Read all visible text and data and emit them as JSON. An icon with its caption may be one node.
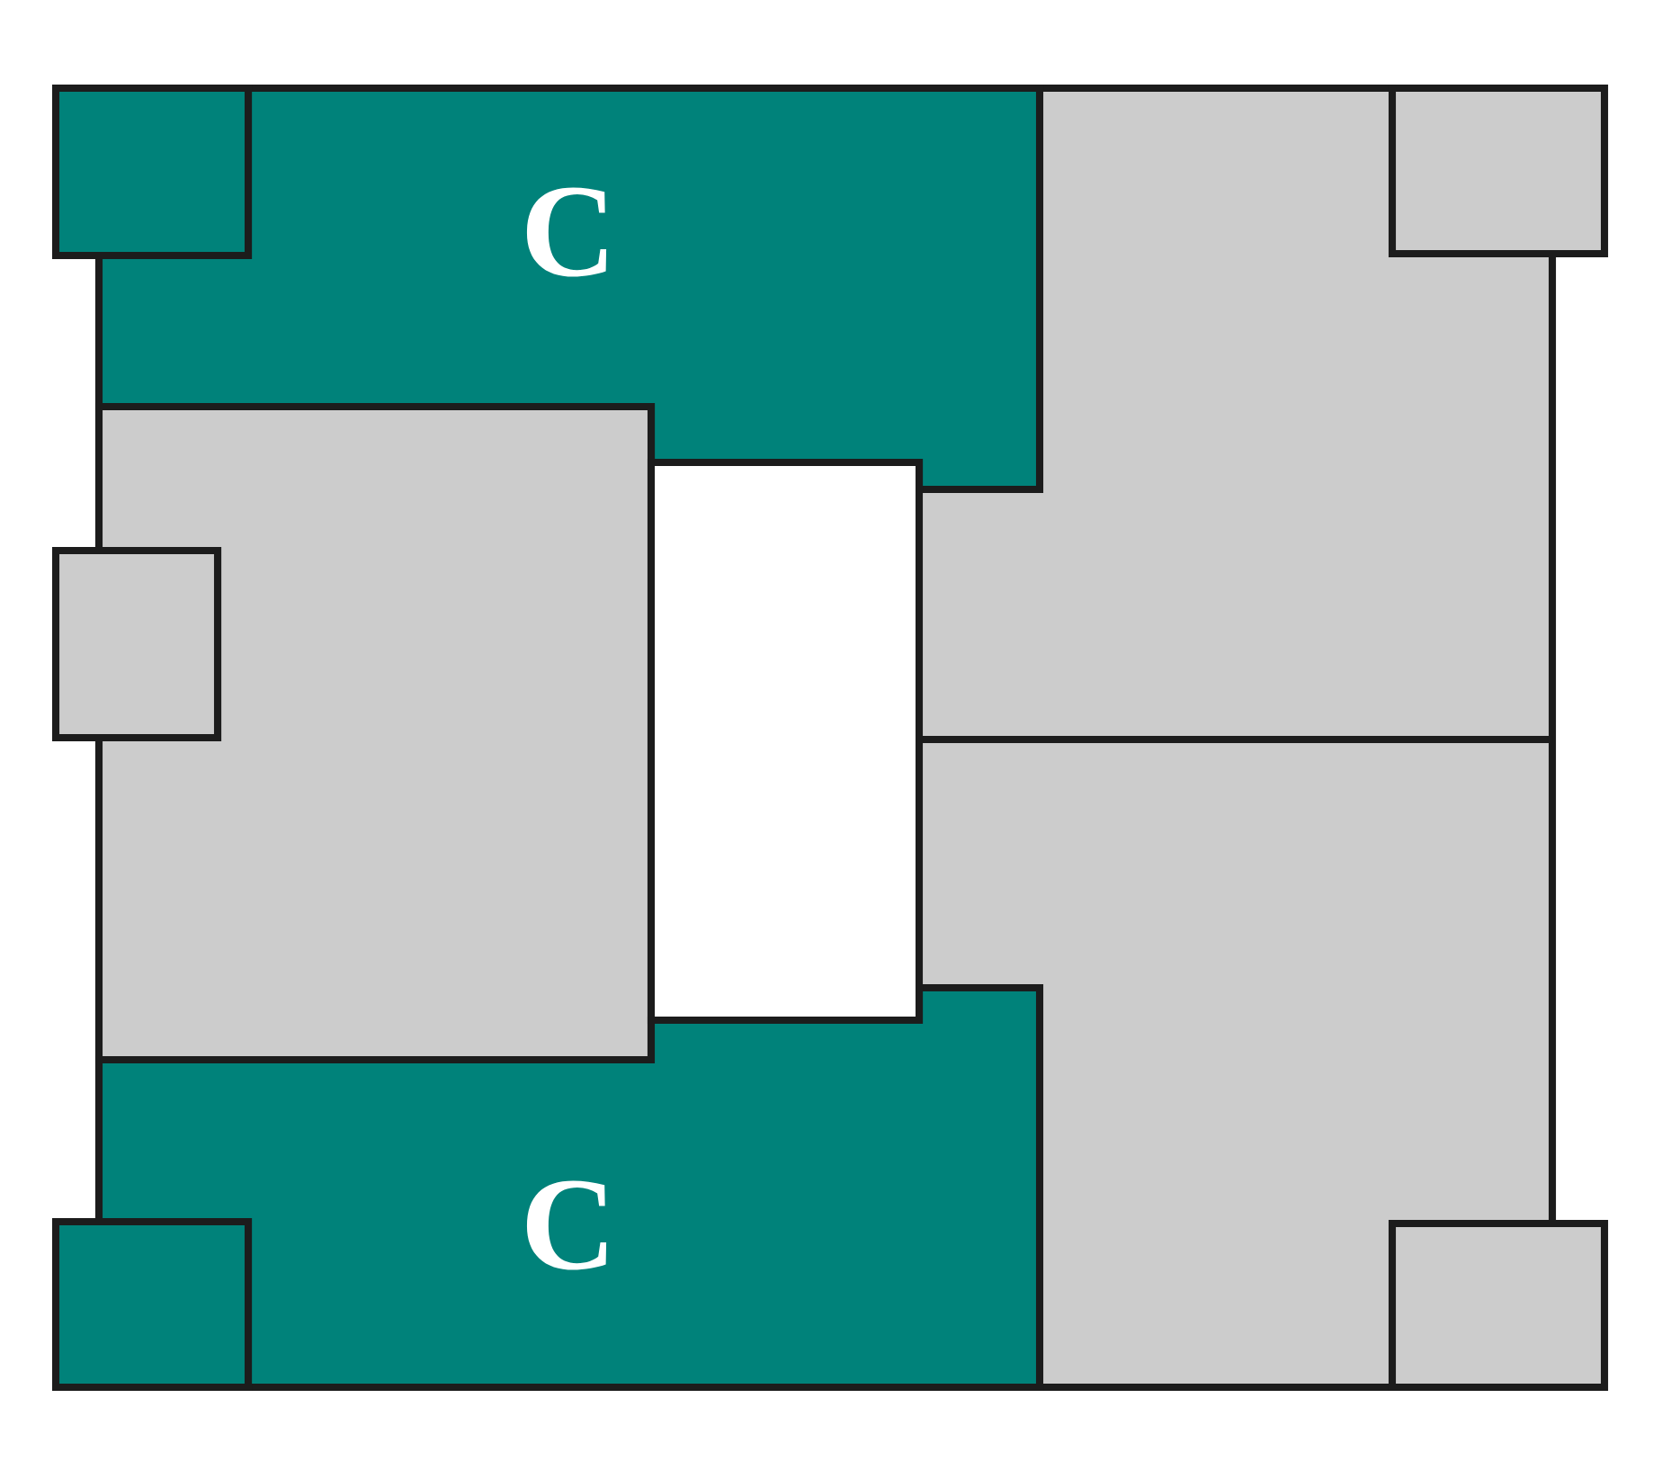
{
  "diagram": {
    "nodes": [
      {
        "text": [],
        "shape": "box"
      },
      {
        "text": [
          "C"
        ]
      },
      {
        "text": [],
        "shape": "box"
      },
      {
        "text": [],
        "shape": "box"
      },
      {
        "text": [],
        "shape": "box"
      },
      {
        "text": [],
        "shape": "box"
      },
      {
        "text": [
          "C"
        ]
      },
      {
        "text": [],
        "shape": "box"
      },
      {
        "text": [],
        "shape": "box"
      }
    ]
  }
}
